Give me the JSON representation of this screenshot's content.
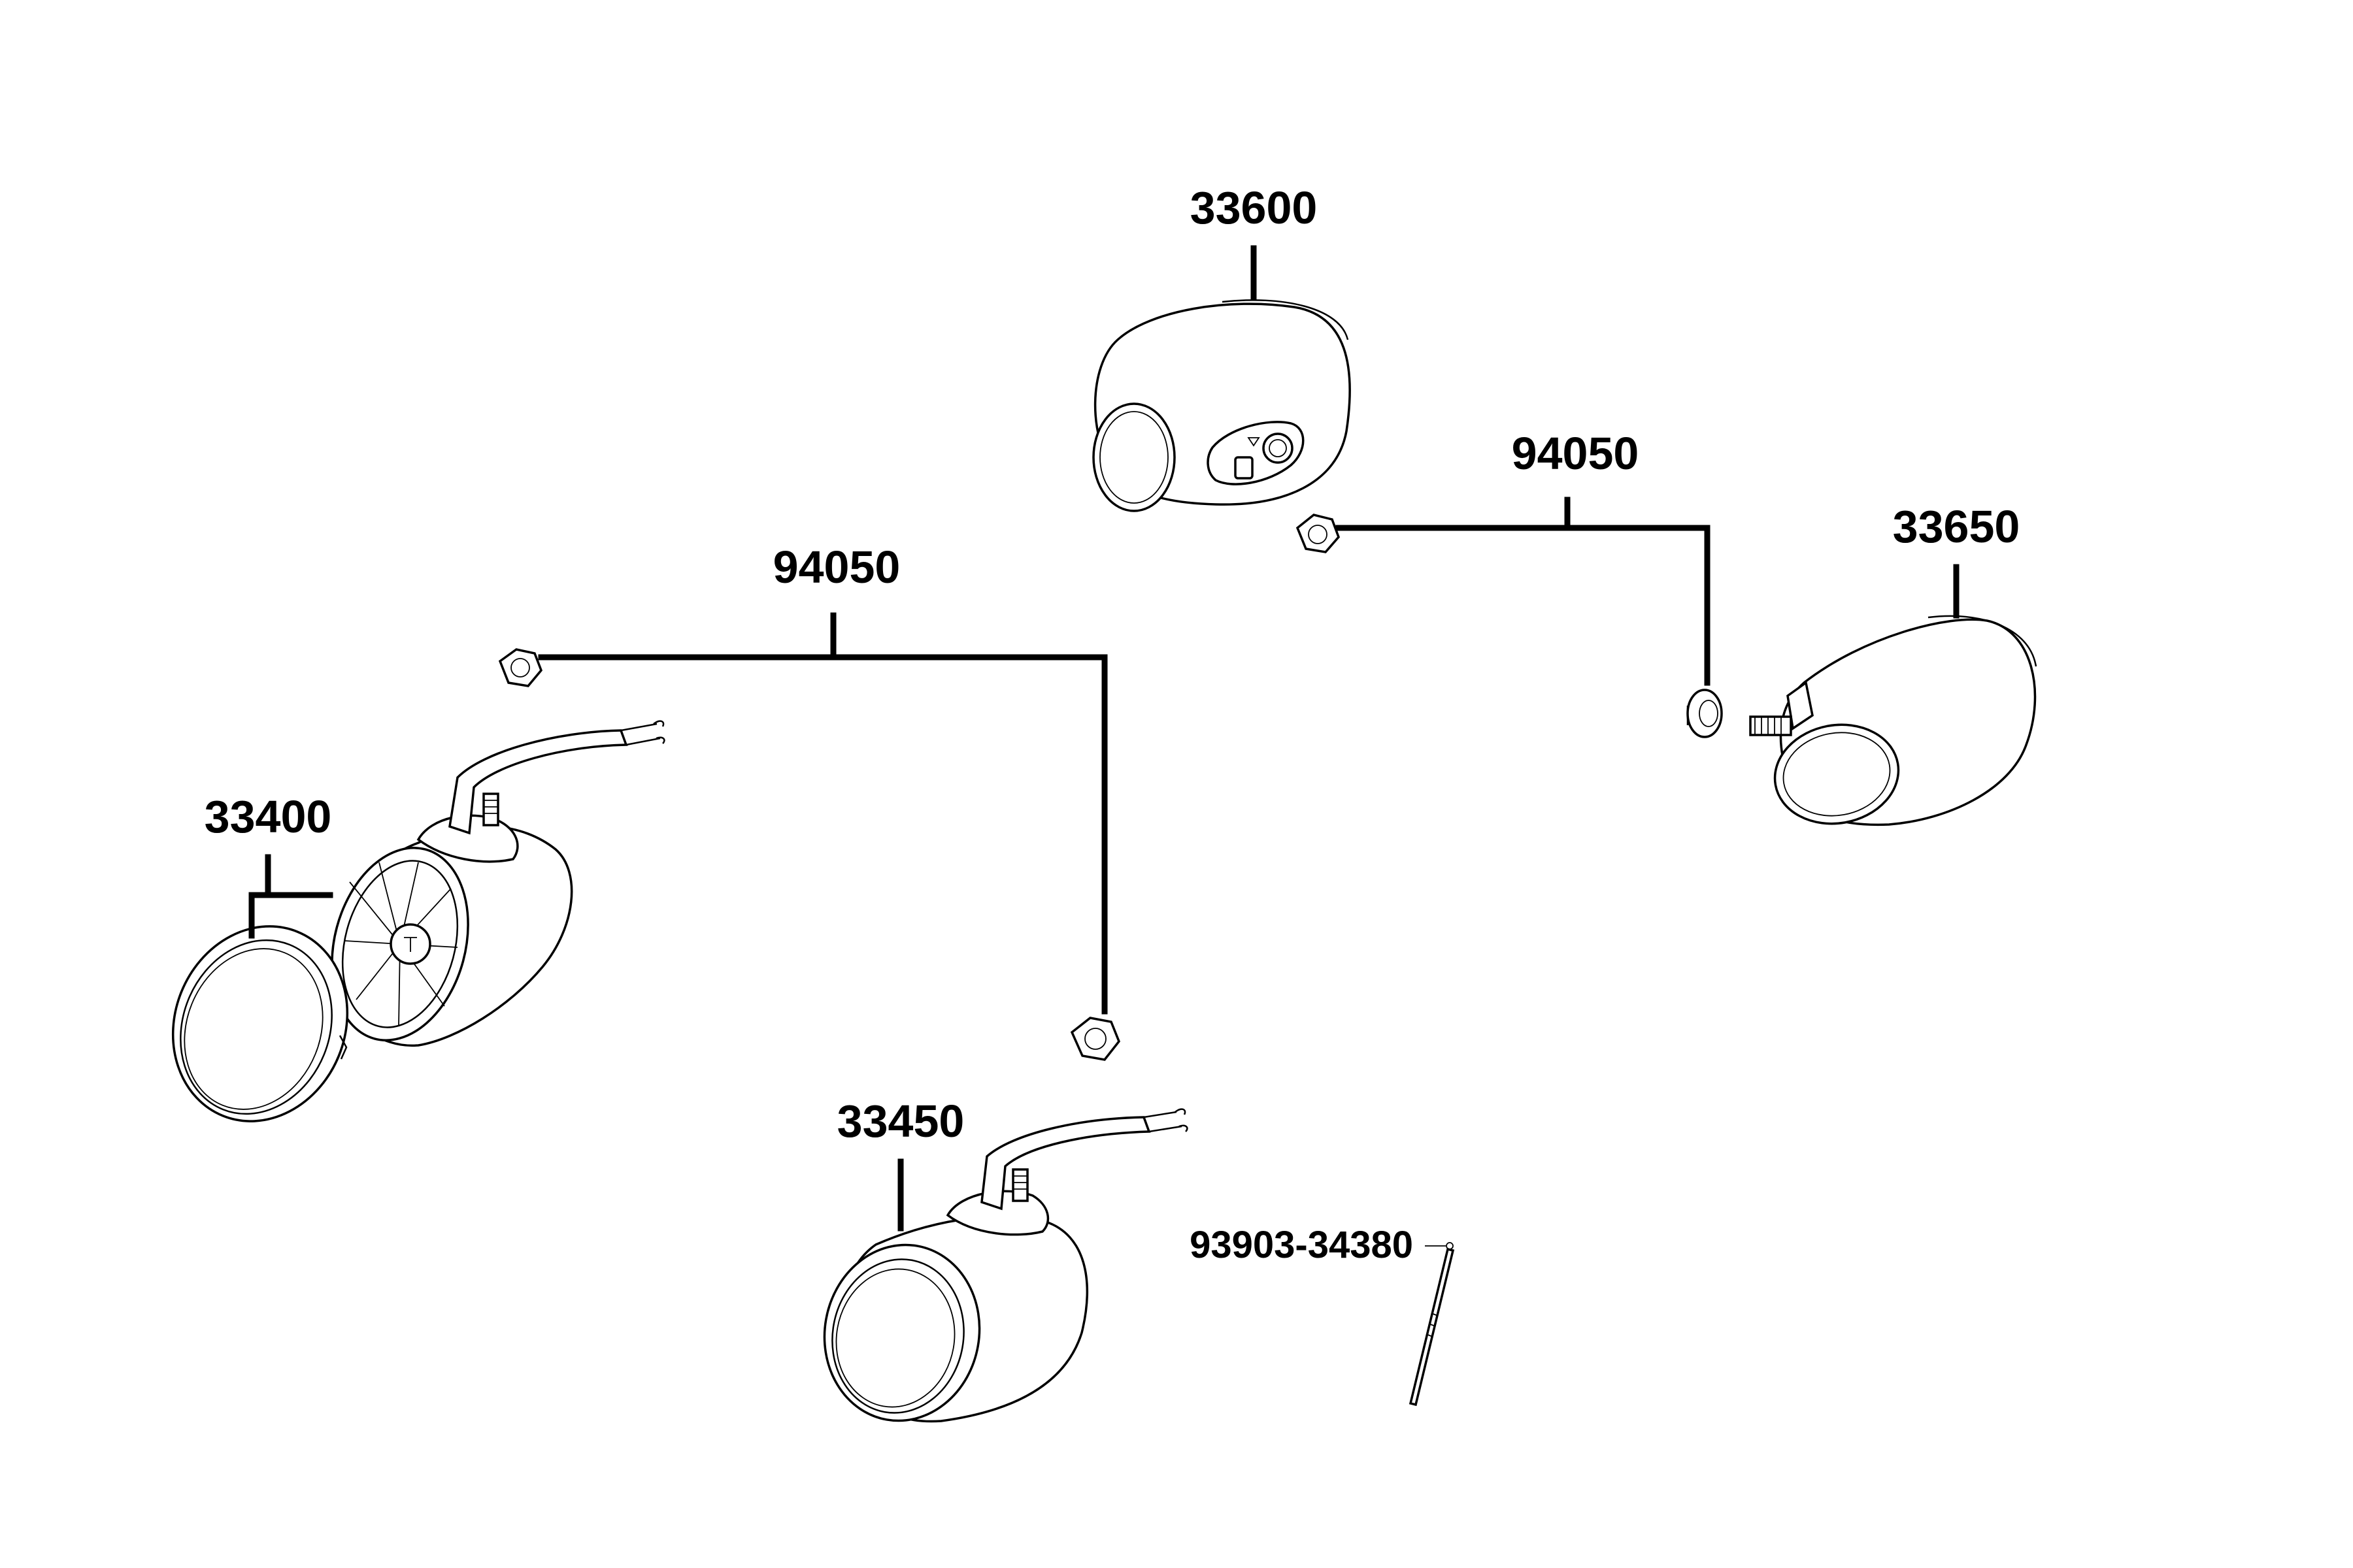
{
  "diagram": {
    "labels": {
      "lamp_33600": "33600",
      "nut_94050_right": "94050",
      "lamp_33650": "33650",
      "nut_94050_left": "94050",
      "lamp_33400": "33400",
      "lamp_33450": "33450",
      "screw_93903": "93903-34380"
    },
    "parts": [
      {
        "id": "33600",
        "kind": "turn-signal-lamp-front-left"
      },
      {
        "id": "33650",
        "kind": "turn-signal-lamp-front-right"
      },
      {
        "id": "33400",
        "kind": "turn-signal-lamp-rear-exploded"
      },
      {
        "id": "33450",
        "kind": "turn-signal-lamp-rear"
      },
      {
        "id": "94050",
        "kind": "flange-nut"
      },
      {
        "id": "93903-34380",
        "kind": "screw"
      }
    ]
  }
}
